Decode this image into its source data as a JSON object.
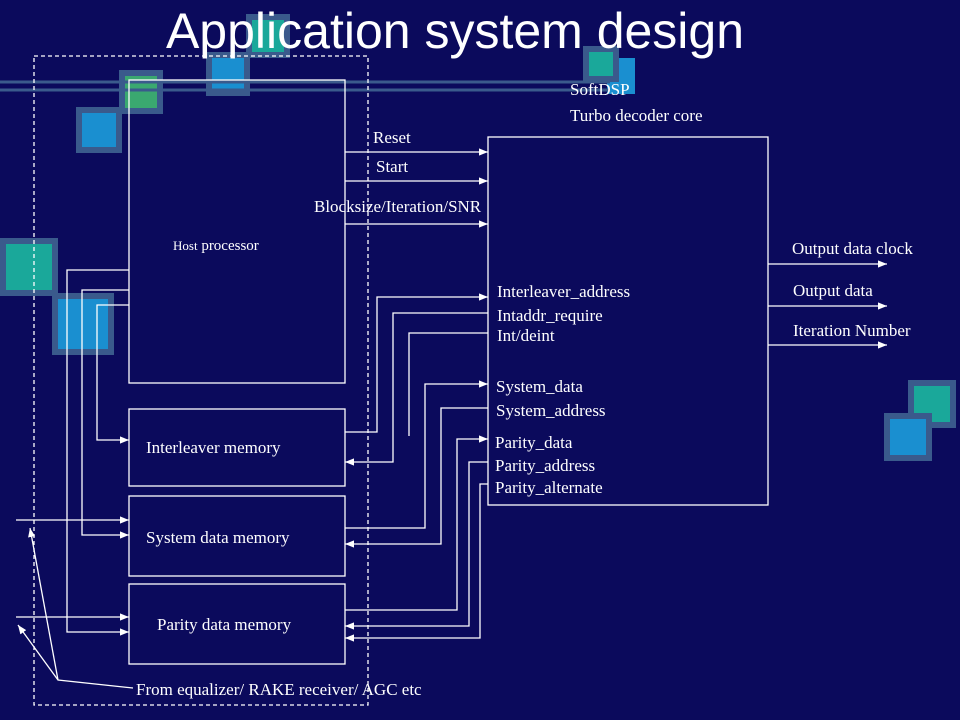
{
  "title": "Application system design",
  "colors": {
    "background": "#0b0a5c",
    "lines": "#ffffff",
    "square_frame": "#3a5a8c",
    "square_teal": "#1aa89a",
    "square_blue": "#1a8fd0",
    "square_green": "#3aa870"
  },
  "core": {
    "name": "SoftDSP",
    "subtitle": "Turbo decoder core"
  },
  "host": {
    "prefix": "Host",
    "label": "processor"
  },
  "control_signals": {
    "reset": "Reset",
    "start": "Start",
    "params": "Blocksize/Iteration/SNR"
  },
  "interleaver_signals": {
    "address": "Interleaver_address",
    "require": "Intaddr_require",
    "mode": "Int/deint"
  },
  "system_signals": {
    "data": "System_data",
    "address": "System_address"
  },
  "parity_signals": {
    "data": "Parity_data",
    "address": "Parity_address",
    "alternate": "Parity_alternate"
  },
  "outputs": {
    "clock": "Output data clock",
    "data": "Output data",
    "iteration": "Iteration Number"
  },
  "memories": {
    "interleaver": "Interleaver memory",
    "system": "System data memory",
    "parity": "Parity data memory"
  },
  "source_note": "From equalizer/ RAKE receiver/ AGC etc"
}
